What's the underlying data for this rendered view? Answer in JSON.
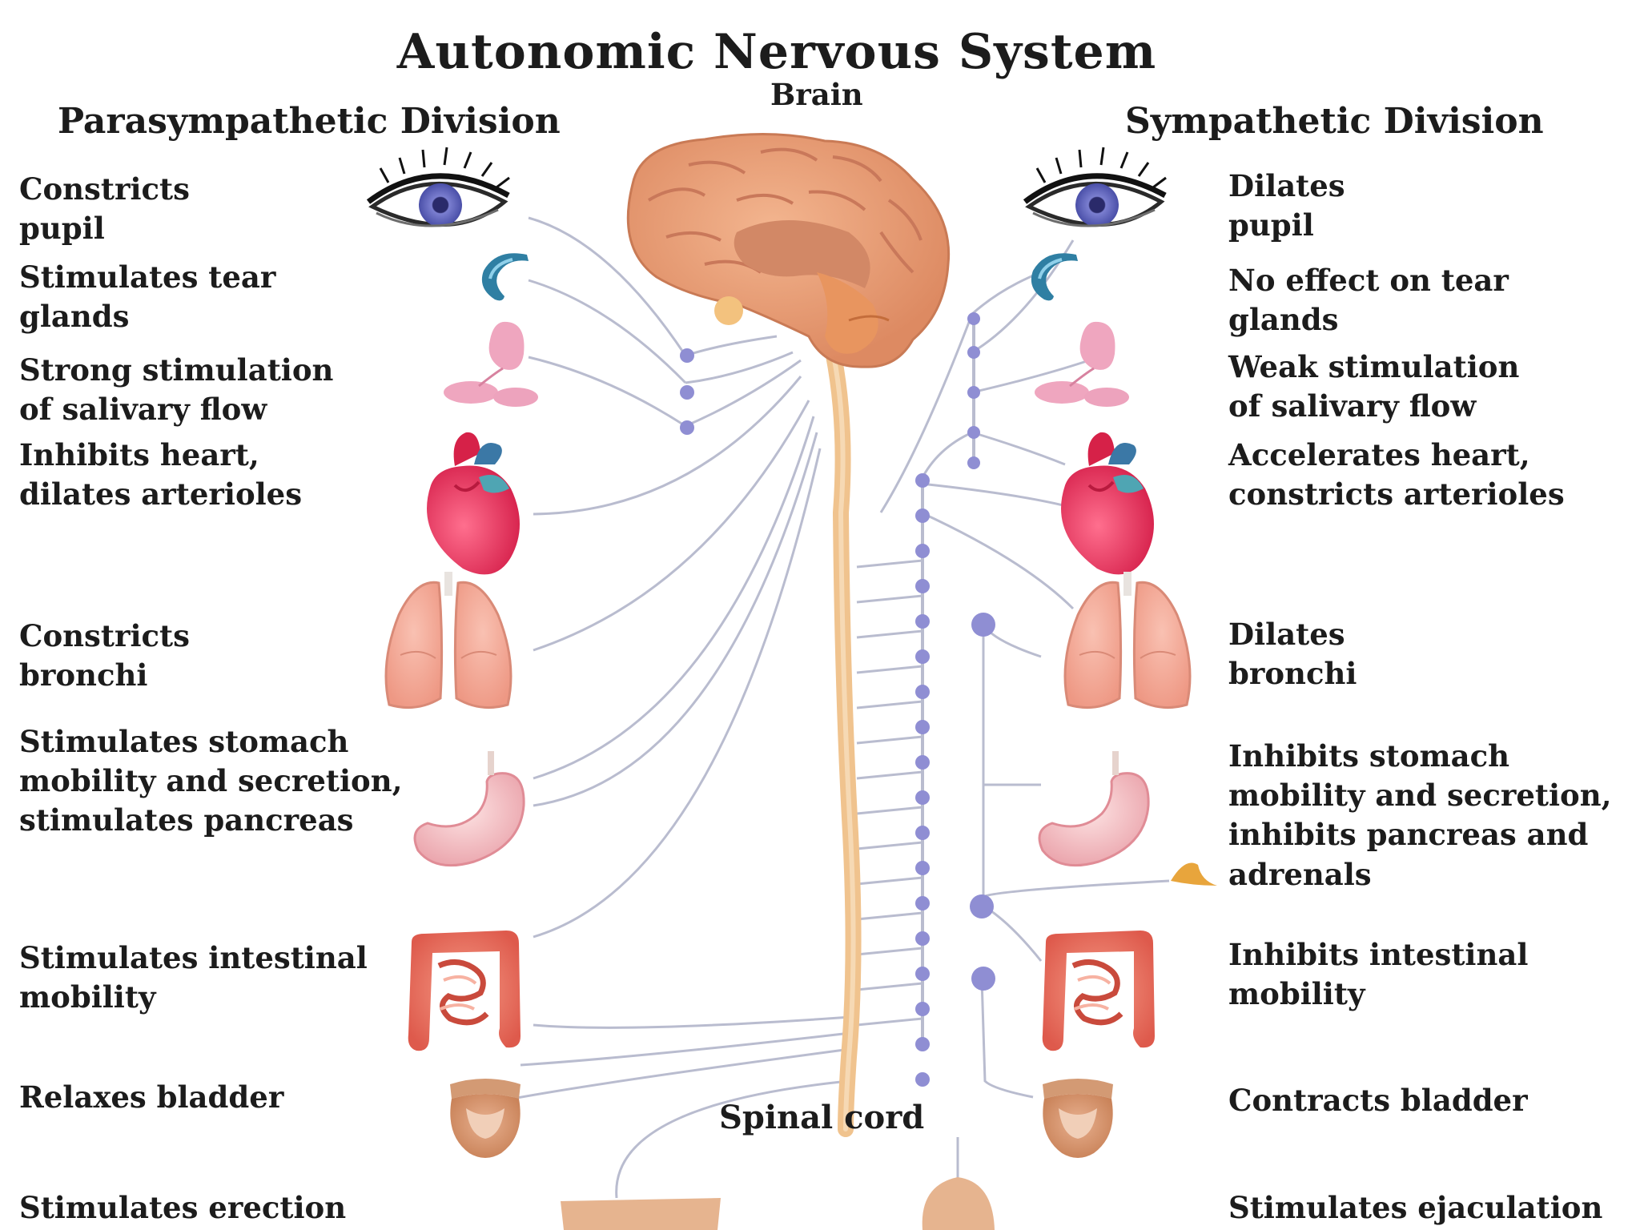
{
  "title": "Autonomic Nervous System",
  "brain_label": "Brain",
  "spinal_cord_label": "Spinal cord",
  "parasympathetic": {
    "heading": "Parasympathetic Division",
    "effects": [
      {
        "organ": "eye",
        "lines": [
          "Constricts",
          "pupil"
        ]
      },
      {
        "organ": "tear-gland",
        "lines": [
          "Stimulates tear",
          "glands"
        ]
      },
      {
        "organ": "salivary-glands",
        "lines": [
          "Strong stimulation",
          "of salivary flow"
        ]
      },
      {
        "organ": "heart",
        "lines": [
          "Inhibits heart,",
          "dilates arterioles"
        ]
      },
      {
        "organ": "lungs",
        "lines": [
          "Constricts",
          "bronchi"
        ]
      },
      {
        "organ": "stomach",
        "lines": [
          "Stimulates stomach",
          "mobility and secretion,",
          "stimulates pancreas"
        ]
      },
      {
        "organ": "intestines",
        "lines": [
          "Stimulates intestinal",
          "mobility"
        ]
      },
      {
        "organ": "bladder",
        "lines": [
          "Relaxes bladder"
        ]
      },
      {
        "organ": "genitals",
        "lines": [
          "Stimulates erection"
        ]
      }
    ]
  },
  "sympathetic": {
    "heading": "Sympathetic Division",
    "effects": [
      {
        "organ": "eye",
        "lines": [
          "Dilates",
          "pupil"
        ]
      },
      {
        "organ": "tear-gland",
        "lines": [
          "No effect on tear",
          "glands"
        ]
      },
      {
        "organ": "salivary-glands",
        "lines": [
          "Weak stimulation",
          "of salivary flow"
        ]
      },
      {
        "organ": "heart",
        "lines": [
          "Accelerates heart,",
          "constricts arterioles"
        ]
      },
      {
        "organ": "lungs",
        "lines": [
          "Dilates",
          "bronchi"
        ]
      },
      {
        "organ": "stomach",
        "lines": [
          "Inhibits stomach",
          "mobility and secretion,",
          "inhibits pancreas and",
          "adrenals"
        ]
      },
      {
        "organ": "intestines",
        "lines": [
          "Inhibits intestinal",
          "mobility"
        ]
      },
      {
        "organ": "bladder",
        "lines": [
          "Contracts bladder"
        ]
      },
      {
        "organ": "genitals",
        "lines": [
          "Stimulates ejaculation"
        ]
      }
    ]
  },
  "colors": {
    "nerve": "#b9bccf",
    "ganglion": "#8f8ed3",
    "spinal_cord": "#f0c38e",
    "brain": "#e9a27b",
    "heart": "#ea3f6a",
    "lungs": "#f4aa98",
    "intestine": "#ec7462",
    "salivary": "#eea9c0",
    "tear_gland": "#3f8fb0",
    "iris": "#5b5fb8"
  }
}
